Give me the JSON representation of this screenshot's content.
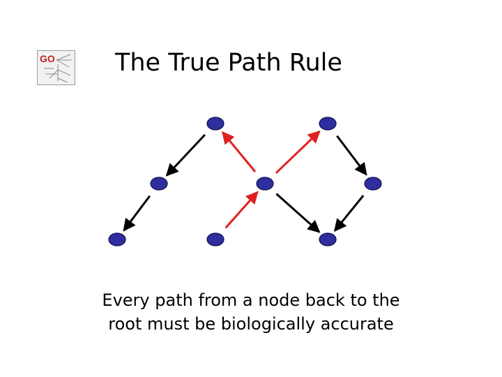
{
  "slide": {
    "title": "The True Path Rule",
    "caption_line1": "Every path from a node back to the",
    "caption_line2": "root must be biologically accurate"
  },
  "logo": {
    "text": "GO",
    "icon": "go-ontology-logo"
  },
  "diagram": {
    "node_color": "#2e2e9e",
    "node_outline": "#101050",
    "edge_colors": {
      "black": "#000000",
      "red": "#e02020"
    },
    "nodes": [
      {
        "id": "a"
      },
      {
        "id": "b"
      },
      {
        "id": "c"
      },
      {
        "id": "d"
      },
      {
        "id": "e"
      },
      {
        "id": "f"
      },
      {
        "id": "g"
      },
      {
        "id": "h"
      }
    ],
    "edges": [
      {
        "from": "a",
        "to": "c",
        "color": "black"
      },
      {
        "from": "d",
        "to": "a",
        "color": "red"
      },
      {
        "from": "d",
        "to": "b",
        "color": "red"
      },
      {
        "from": "b",
        "to": "e",
        "color": "black"
      },
      {
        "from": "c",
        "to": "f",
        "color": "black"
      },
      {
        "from": "g",
        "to": "d",
        "color": "red"
      },
      {
        "from": "d",
        "to": "h",
        "color": "black"
      },
      {
        "from": "e",
        "to": "h",
        "color": "black"
      }
    ]
  }
}
